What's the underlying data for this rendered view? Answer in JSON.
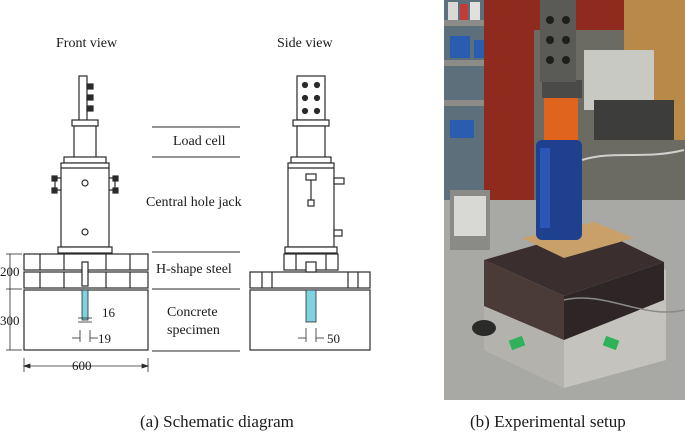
{
  "diagram": {
    "front_view_title": "Front view",
    "side_view_title": "Side view",
    "labels": {
      "load_cell": "Load cell",
      "central_hole_jack": "Central hole jack",
      "h_shape_steel": "H-shape steel",
      "concrete_specimen_line1": "Concrete",
      "concrete_specimen_line2": "specimen"
    },
    "dimensions": {
      "h_steel_height": "200",
      "concrete_height": "300",
      "width": "600",
      "hole_depth": "16",
      "hole_dia_front": "19",
      "hole_dia_side": "50"
    }
  },
  "photo": {
    "description_icon": "experimental-setup-photo"
  },
  "captions": {
    "a": "(a) Schematic diagram",
    "b": "(b) Experimental setup"
  },
  "colors": {
    "line": "#2a2a2a",
    "rod_highlight": "#7fd3e0",
    "jack_blue": "#1f3f8f",
    "load_cell_orange": "#e0641e",
    "frame_red": "#8e2a1e",
    "floor_gray": "#a8a8a4"
  }
}
